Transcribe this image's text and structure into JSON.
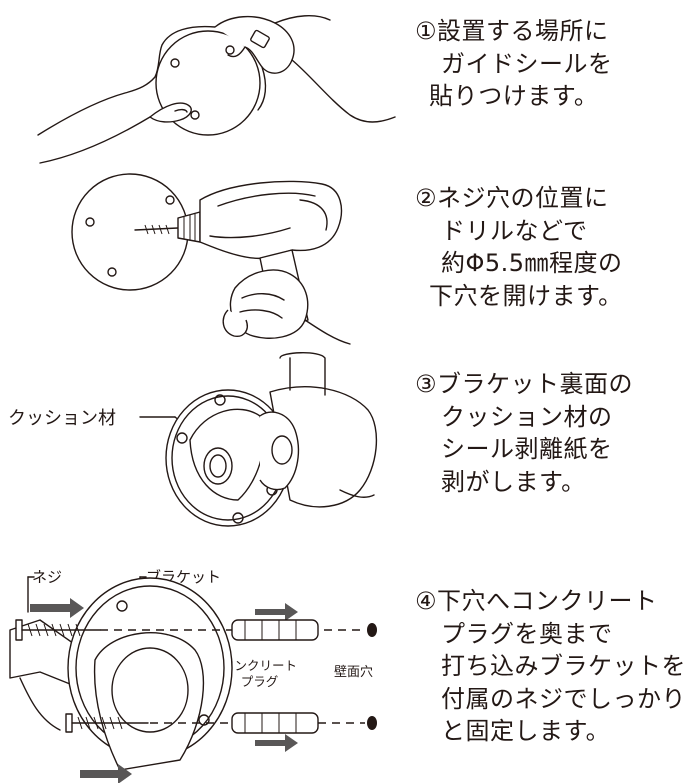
{
  "steps": [
    {
      "lines": [
        "①設置する場所に",
        "ガイドシールを",
        "貼りつけます。"
      ]
    },
    {
      "lines": [
        "②ネジ穴の位置に",
        "ドリルなどで",
        "約Φ5.5㎜程度の",
        "下穴を開けます。"
      ]
    },
    {
      "lines": [
        "③ブラケット裏面の",
        "クッション材の",
        "シール剥離紙を",
        "剥がします。"
      ]
    },
    {
      "lines": [
        "④下穴へコンクリート",
        "プラグを奥まで",
        "打ち込みブラケットを",
        "付属のネジでしっかり",
        "と固定します。"
      ]
    }
  ],
  "labels": {
    "cushion": "クッション材",
    "screw": "ネジ",
    "bracket": "ブラケット",
    "plug_line1": "コンクリート",
    "plug_line2": "プラグ",
    "wall_hole": "壁面穴"
  }
}
